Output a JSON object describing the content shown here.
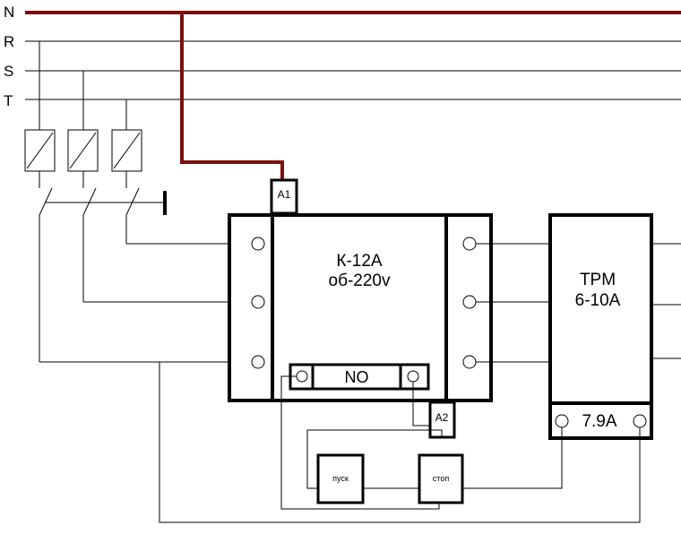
{
  "bus_lines": [
    {
      "label": "N",
      "color": "#7a1010"
    },
    {
      "label": "R",
      "color": "#000000"
    },
    {
      "label": "S",
      "color": "#000000"
    },
    {
      "label": "T",
      "color": "#000000"
    }
  ],
  "contactor": {
    "title_line1": "К-12А",
    "title_line2": "об-220v",
    "coil_a1": "A1",
    "coil_a2": "A2",
    "aux_contact": "NO"
  },
  "thermal_relay": {
    "title_line1": "TPM",
    "title_line2": "6-10A",
    "setting": "7.9A"
  },
  "buttons": {
    "start": "пуск",
    "stop": "стоп"
  }
}
